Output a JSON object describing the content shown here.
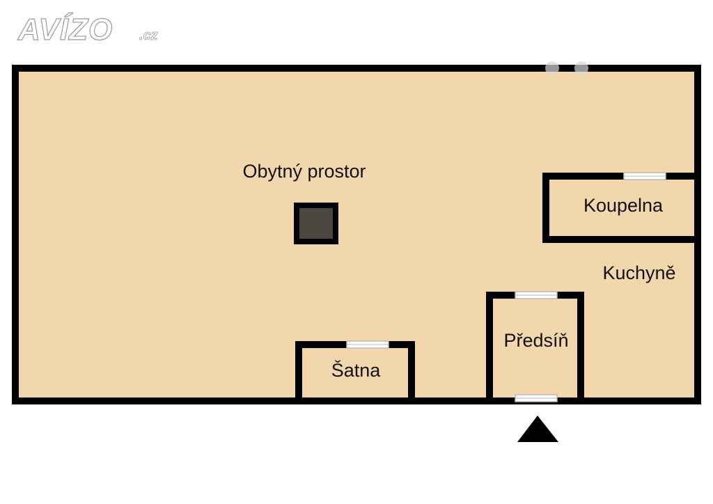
{
  "brand": {
    "name": "AVÍZO",
    "tld": ".cz"
  },
  "colors": {
    "floor": "#f2d7ac",
    "wall": "#000000",
    "pillar": "#4a4640",
    "window_frame": "#b8b8b8",
    "window_fill": "#ffffff"
  },
  "rooms": {
    "living": "Obytný prostor",
    "bathroom": "Koupelna",
    "kitchen": "Kuchyně",
    "hall": "Předsíň",
    "wardrobe": "Šatna"
  },
  "icons": {
    "entrance": "entrance-arrow-icon"
  }
}
